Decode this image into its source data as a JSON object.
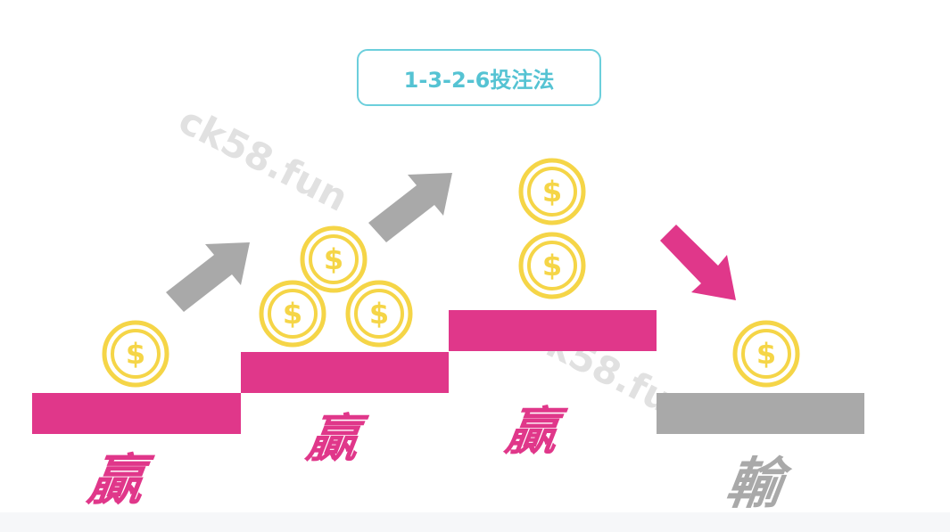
{
  "title": "1-3-2-6投注法",
  "watermark": "ck58.fun",
  "steps": [
    {
      "label": "贏",
      "coins": 1,
      "result": "win"
    },
    {
      "label": "贏",
      "coins": 3,
      "result": "win"
    },
    {
      "label": "贏",
      "coins": 2,
      "result": "win"
    },
    {
      "label": "輸",
      "coins": 1,
      "result": "lose"
    }
  ],
  "coin_symbol": "$",
  "colors": {
    "win": "#e0378a",
    "lose": "#a9a9a9",
    "coin": "#f5d547",
    "title": "#55c3d3",
    "arrow": "#a9a9a9"
  }
}
